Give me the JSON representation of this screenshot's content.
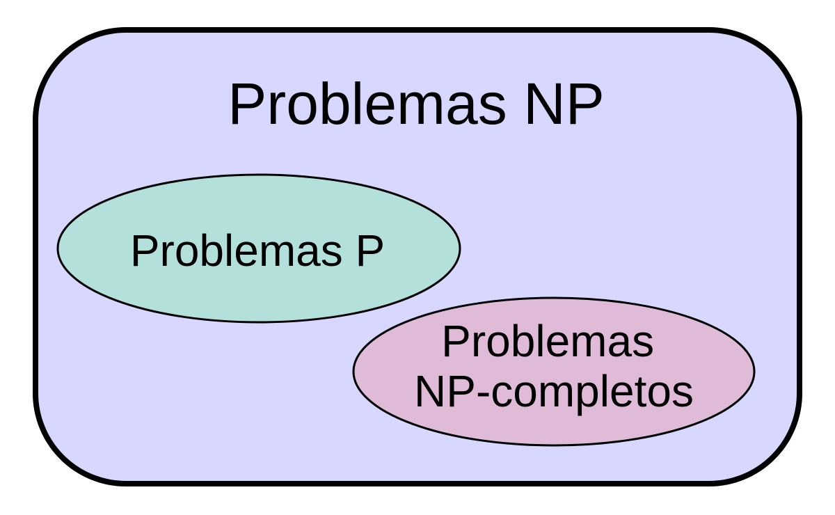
{
  "diagram": {
    "np_set": {
      "label": "Problemas NP",
      "fill": "#d7d7ff",
      "stroke": "#000000"
    },
    "p_set": {
      "label": "Problemas P",
      "fill": "#b4e0dc",
      "stroke": "#000000"
    },
    "npc_set": {
      "label_line1": "Problemas",
      "label_line2": "NP-completos",
      "fill": "#dfbbd8",
      "stroke": "#000000"
    }
  }
}
